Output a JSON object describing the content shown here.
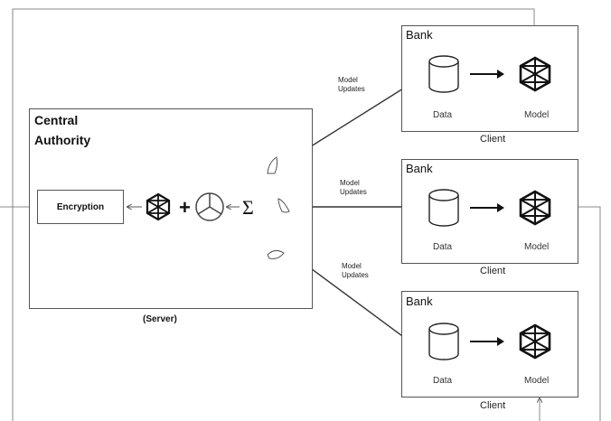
{
  "central_authority": {
    "title_line1": "Central",
    "title_line2": "Authority",
    "server_label": "(Server)",
    "encryption_label": "Encryption",
    "sum_symbol": "Σ",
    "plus_symbol": "+"
  },
  "banks": [
    {
      "title": "Bank",
      "data_label": "Data",
      "model_label": "Model",
      "client_label": "Client"
    },
    {
      "title": "Bank",
      "data_label": "Data",
      "model_label": "Model",
      "client_label": "Client"
    },
    {
      "title": "Bank",
      "data_label": "Data",
      "model_label": "Model",
      "client_label": "Client"
    }
  ],
  "update_labels": [
    {
      "line1": "Model",
      "line2": "Updates"
    },
    {
      "line1": "Model",
      "line2": "Updates"
    },
    {
      "line1": "Model",
      "line2": "Updates"
    }
  ],
  "icons": [
    "database-icon",
    "neural-network-icon",
    "aggregation-icon",
    "model-update-fragment-icon"
  ]
}
